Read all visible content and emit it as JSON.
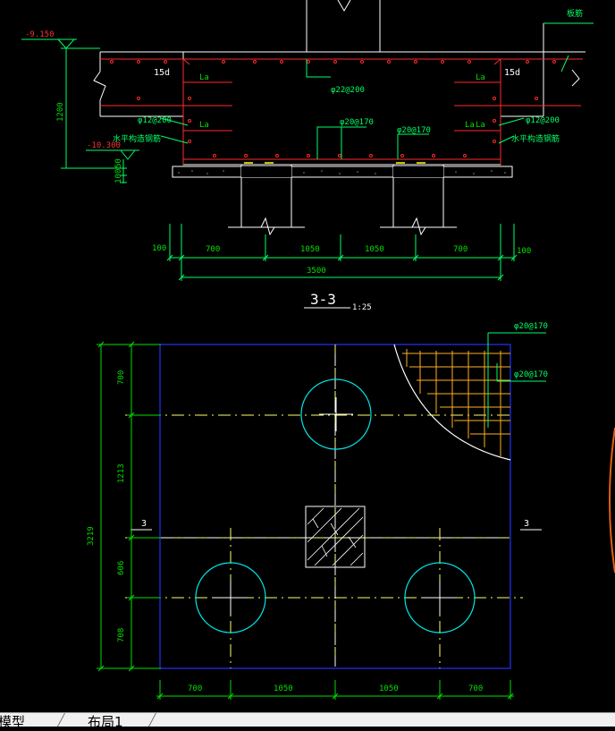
{
  "colors": {
    "background": "#000000",
    "outline": "#ffffff",
    "rebar": "#ff2a2a",
    "dimension": "#00e000",
    "annotation": "#00ff66",
    "plan_border": "#1e2bd6",
    "pile": "#00e5e5",
    "axis": "#ffff66",
    "mesh": "#ffb020",
    "tab_bar": "#f0f0f0"
  },
  "section": {
    "elevation_top": "-9.150",
    "elevation_bottom": "-10.300",
    "height_dim": "1200",
    "dim_50": "50",
    "dim_100_vert": "100",
    "label_15d_left": "15d",
    "label_15d_right": "15d",
    "la_1": "La",
    "la_2": "La",
    "la_3": "La",
    "la_4": "La",
    "la_5": "La",
    "la_6": "La",
    "rebar_top_mid": "φ22@200",
    "rebar_mid_1": "φ20@170",
    "rebar_mid_2": "φ20@170",
    "rebar_side_left": "φ12@200",
    "rebar_side_right": "φ12@200",
    "note_left": "水平构造钢筋",
    "note_right": "水平构造钢筋",
    "top_right_note": "板筋",
    "bottom_dims": [
      "100",
      "700",
      "1050",
      "1050",
      "700",
      "100"
    ],
    "total_dim": "3500",
    "title": "3-3",
    "scale": "1:25"
  },
  "plan": {
    "rebar_1": "φ20@170",
    "rebar_2": "φ20@170",
    "left_dims": [
      "700",
      "1213",
      "606",
      "708"
    ],
    "left_total": "3219",
    "bottom_dims": [
      "700",
      "1050",
      "1050",
      "700"
    ],
    "section_mark_left": "3",
    "section_mark_right": "3"
  },
  "tabs": {
    "model": "模型",
    "layout1": "布局1"
  }
}
